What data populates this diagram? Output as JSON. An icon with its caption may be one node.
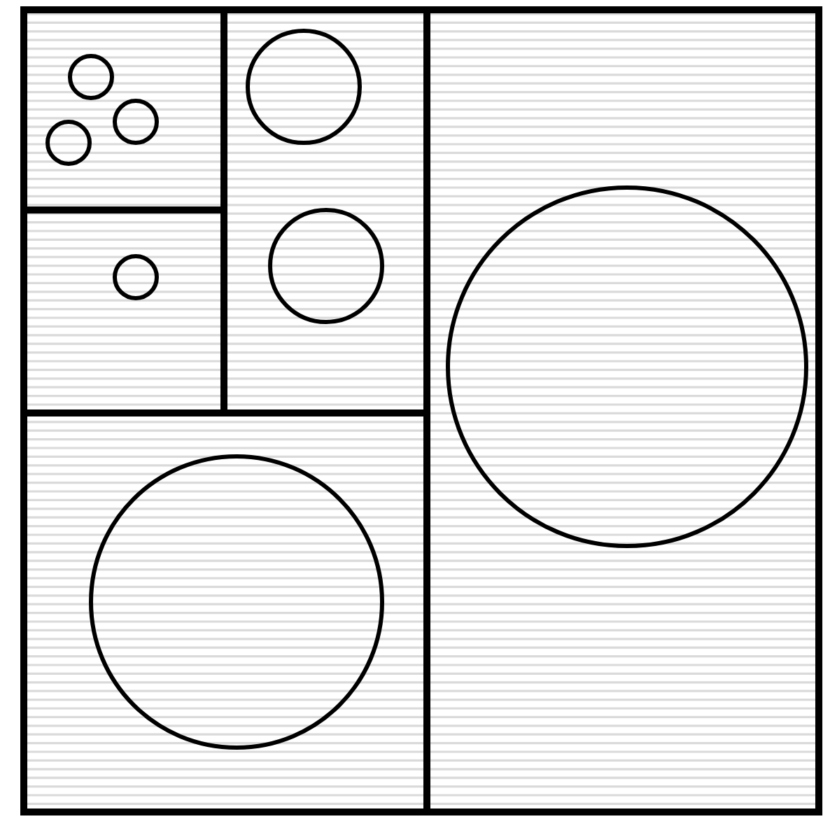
{
  "diagram": {
    "nodes": [
      {
        "text": [],
        "shape": "circle"
      },
      {
        "text": [],
        "shape": "circle"
      },
      {
        "text": [],
        "shape": "circle"
      },
      {
        "text": [],
        "shape": "circle"
      },
      {
        "text": [],
        "shape": "circle"
      },
      {
        "text": [],
        "shape": "circle"
      },
      {
        "text": [],
        "shape": "circle"
      },
      {
        "text": [],
        "shape": "circle"
      }
    ]
  }
}
